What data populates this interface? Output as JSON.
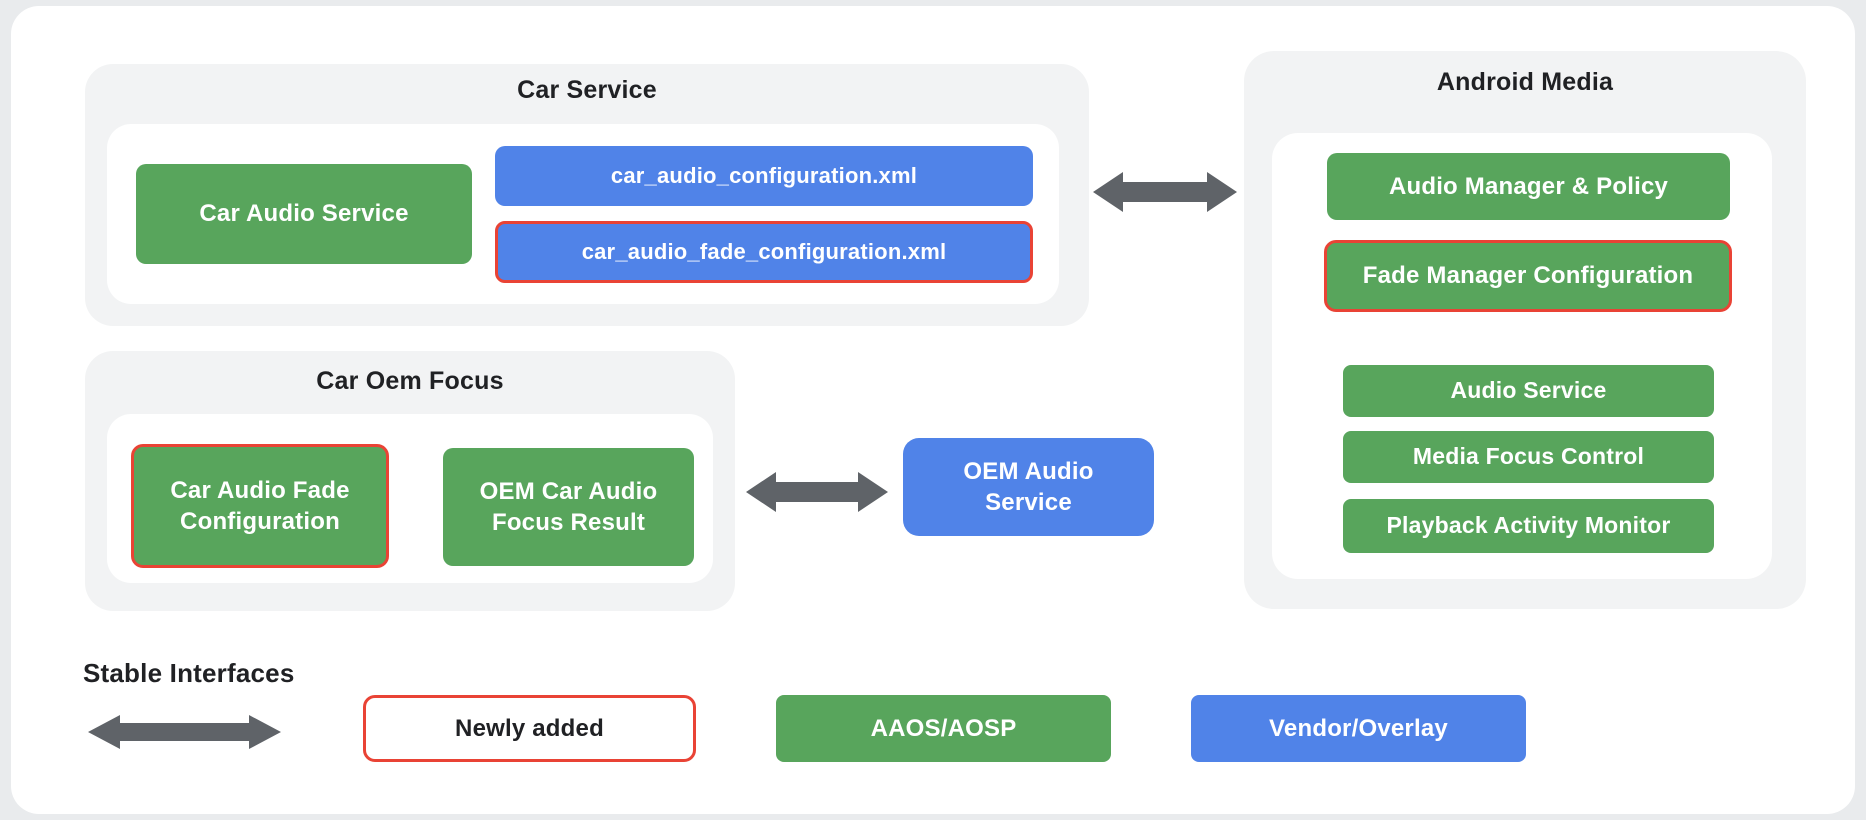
{
  "palette": {
    "green": "#58A55C",
    "blue": "#5083E8",
    "red_border": "#E94335",
    "arrow_gray": "#5F6368",
    "group_bg": "#F2F3F4",
    "card_bg": "#FFFFFF",
    "page_bg": "#E9EBED",
    "title_text": "#202124"
  },
  "groups": {
    "car_service": {
      "title": "Car Service",
      "items": {
        "car_audio_service": "Car Audio Service",
        "config_xml": "car_audio_configuration.xml",
        "fade_config_xml": "car_audio_fade_configuration.xml"
      }
    },
    "android_media": {
      "title": "Android Media",
      "items": {
        "audio_manager_policy": "Audio Manager & Policy",
        "fade_manager_config": "Fade Manager Configuration",
        "audio_service": "Audio Service",
        "media_focus_control": "Media Focus Control",
        "playback_activity_monitor": "Playback Activity Monitor"
      }
    },
    "car_oem_focus": {
      "title": "Car Oem Focus",
      "items": {
        "car_audio_fade_config": "Car Audio Fade Configuration",
        "oem_car_audio_focus_result": "OEM Car Audio Focus Result"
      }
    }
  },
  "nodes": {
    "oem_audio_service": "OEM Audio Service"
  },
  "legend": {
    "stable_interfaces": "Stable Interfaces",
    "newly_added": "Newly added",
    "aaos_aosp": "AAOS/AOSP",
    "vendor_overlay": "Vendor/Overlay"
  }
}
